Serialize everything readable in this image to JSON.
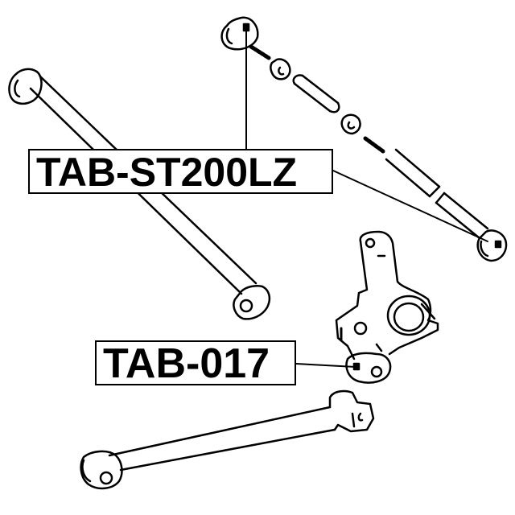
{
  "diagram": {
    "type": "exploded parts diagram (rear suspension)",
    "background": "#ffffff",
    "line_color": "#000000",
    "callouts": [
      {
        "id": "st200",
        "label": "TAB-ST200LZ",
        "points_to": [
          "upper lateral link end bushing (top)",
          "rear lateral link end bushing (right)"
        ]
      },
      {
        "id": "017",
        "label": "TAB-017",
        "points_to": [
          "rear knuckle lower bushing"
        ]
      }
    ],
    "parts": [
      "lateral link (diagonal left)",
      "adjustable lateral link with bolt, washers, sleeve",
      "rear axle knuckle",
      "lower trailing/lateral arm (bottom)"
    ]
  }
}
